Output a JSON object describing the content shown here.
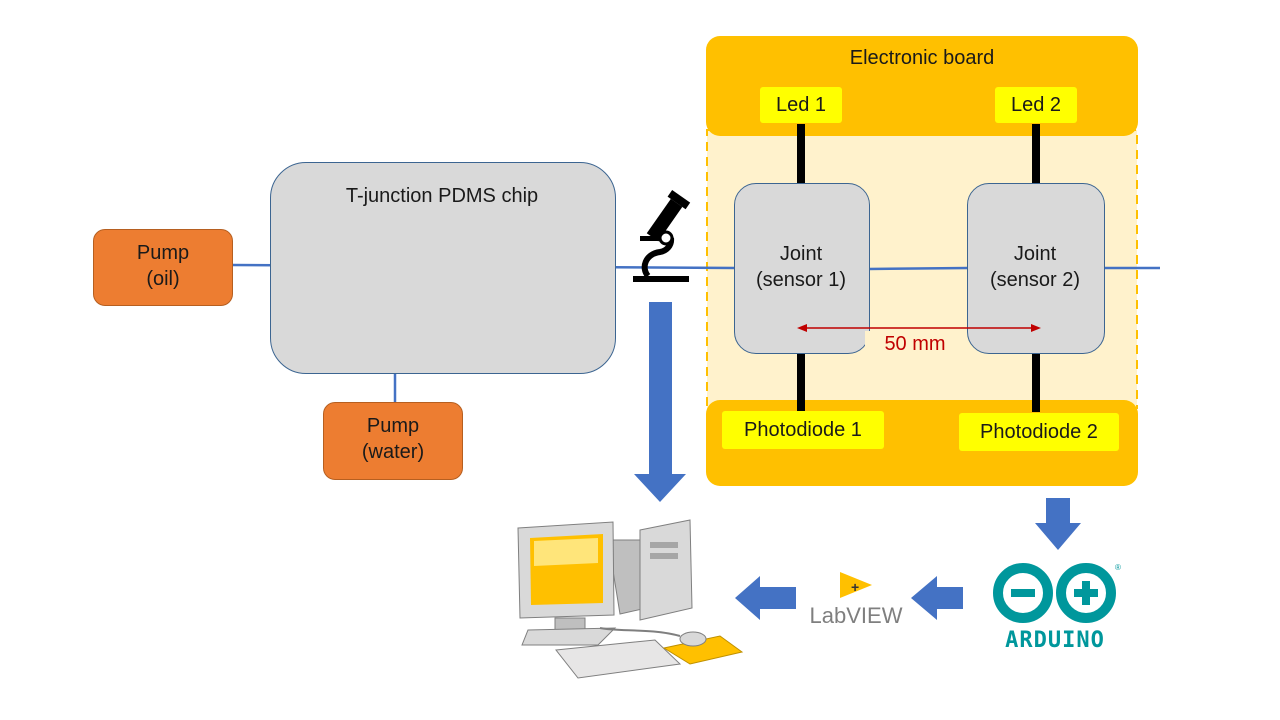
{
  "chip": {
    "label": "T-junction PDMS chip"
  },
  "pump_oil": {
    "line1": "Pump",
    "line2": "(oil)"
  },
  "pump_water": {
    "line1": "Pump",
    "line2": "(water)"
  },
  "board": {
    "title": "Electronic board"
  },
  "led1": {
    "label": "Led 1"
  },
  "led2": {
    "label": "Led 2"
  },
  "photodiode1": {
    "label": "Photodiode 1"
  },
  "photodiode2": {
    "label": "Photodiode 2"
  },
  "joint1": {
    "line1": "Joint",
    "line2": "(sensor 1)"
  },
  "joint2": {
    "line1": "Joint",
    "line2": "(sensor 2)"
  },
  "distance": {
    "label": "50 mm"
  },
  "labview": {
    "label": "LabVIEW"
  },
  "arduino": {
    "label": "ARDUINO"
  },
  "colors": {
    "board": "#ffc000",
    "board_inner": "#fff2cc",
    "pump": "#ed7d31",
    "tube": "#4472c4",
    "label_bg": "#ffff00",
    "distance": "#c00000",
    "arduino": "#00979c"
  },
  "icons": [
    "microscope-icon",
    "computer-icon",
    "labview-icon",
    "arduino-logo-icon"
  ]
}
